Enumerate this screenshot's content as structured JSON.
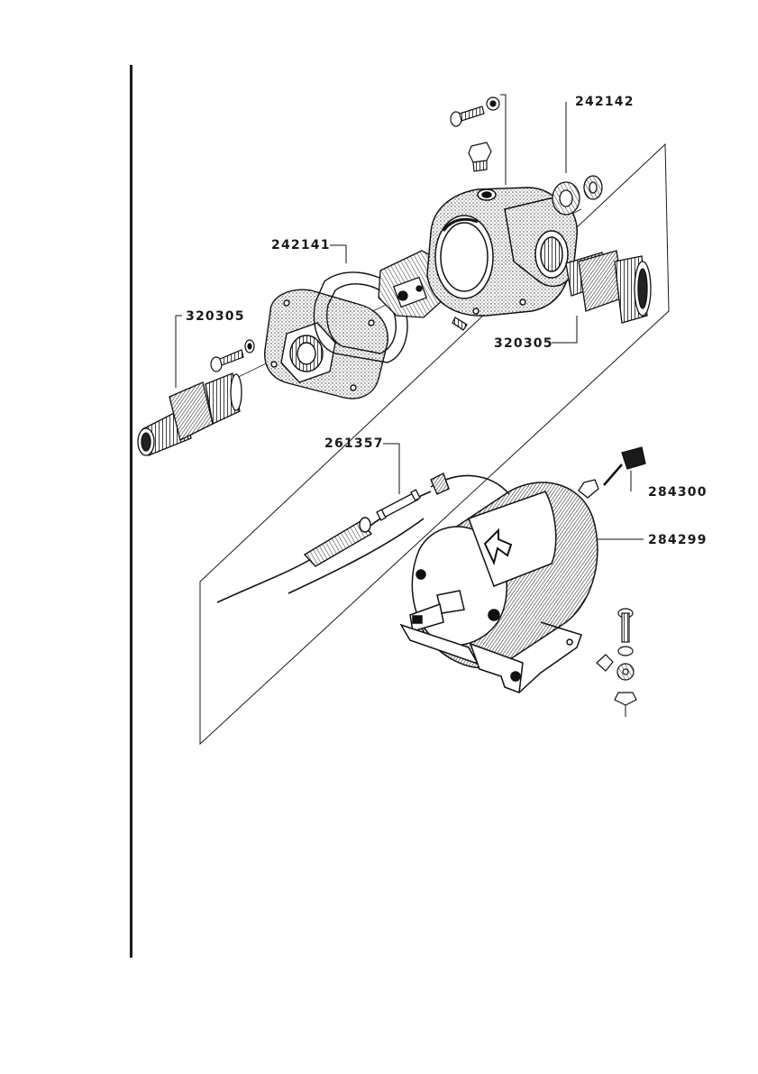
{
  "diagram": {
    "type": "exploded-parts-view",
    "part_numbers": {
      "label_top_right": "242142",
      "label_gasket": "242141",
      "label_left_port": "320305",
      "label_right_port": "320305",
      "label_fuse": "261357",
      "label_brush": "284300",
      "label_motor": "284299"
    }
  }
}
